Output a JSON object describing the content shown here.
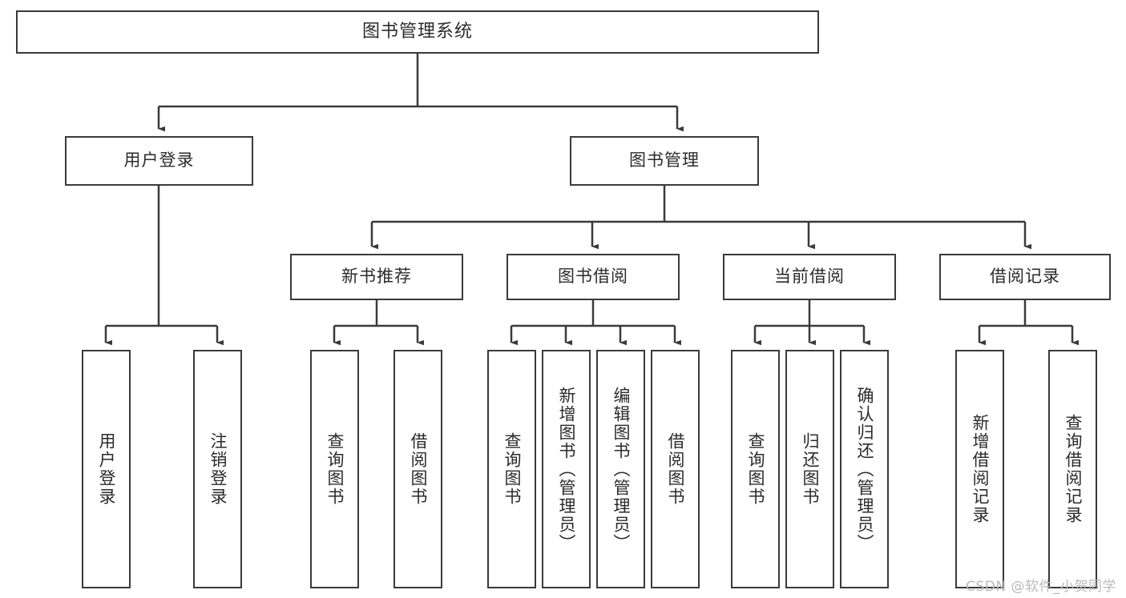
{
  "diagram": {
    "title": "图书管理系统",
    "type": "tree-hierarchy-diagram",
    "colors": {
      "stroke": "#3a3a3a",
      "fill": "#ffffff",
      "text": "#2b2b2b",
      "watermark": "#b9b9b9"
    },
    "levels": {
      "root": {
        "label": "图书管理系统"
      },
      "level2": [
        {
          "label": "用户登录"
        },
        {
          "label": "图书管理"
        }
      ],
      "level3": [
        {
          "label": "新书推荐"
        },
        {
          "label": "图书借阅"
        },
        {
          "label": "当前借阅"
        },
        {
          "label": "借阅记录"
        }
      ],
      "leaves": {
        "user_login": [
          {
            "label": "用户登录"
          },
          {
            "label": "注销登录"
          }
        ],
        "new_book_recommend": [
          {
            "label": "查询图书"
          },
          {
            "label": "借阅图书"
          }
        ],
        "book_borrow": [
          {
            "label": "查询图书"
          },
          {
            "label": "新增图书（管理员）"
          },
          {
            "label": "编辑图书（管理员）"
          },
          {
            "label": "借阅图书"
          }
        ],
        "current_borrow": [
          {
            "label": "查询图书"
          },
          {
            "label": "归还图书"
          },
          {
            "label": "确认归还（管理员）"
          }
        ],
        "borrow_record": [
          {
            "label": "新增借阅记录"
          },
          {
            "label": "查询借阅记录"
          }
        ]
      }
    },
    "watermark": "CSDN @软件_小贺同学"
  }
}
